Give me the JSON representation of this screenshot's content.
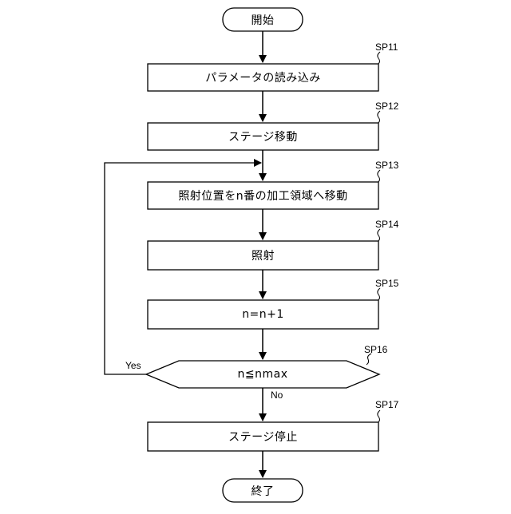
{
  "terminals": {
    "start": "開始",
    "end": "終了"
  },
  "steps": [
    {
      "id": "SP11",
      "label": "パラメータの読み込み"
    },
    {
      "id": "SP12",
      "label": "ステージ移動"
    },
    {
      "id": "SP13",
      "label": "照射位置をn番の加工領域へ移動"
    },
    {
      "id": "SP14",
      "label": "照射"
    },
    {
      "id": "SP15",
      "label": "n=n+1"
    }
  ],
  "decision": {
    "id": "SP16",
    "label": "n≦nmax",
    "yes": "Yes",
    "no": "No"
  },
  "final_step": {
    "id": "SP17",
    "label": "ステージ停止"
  }
}
